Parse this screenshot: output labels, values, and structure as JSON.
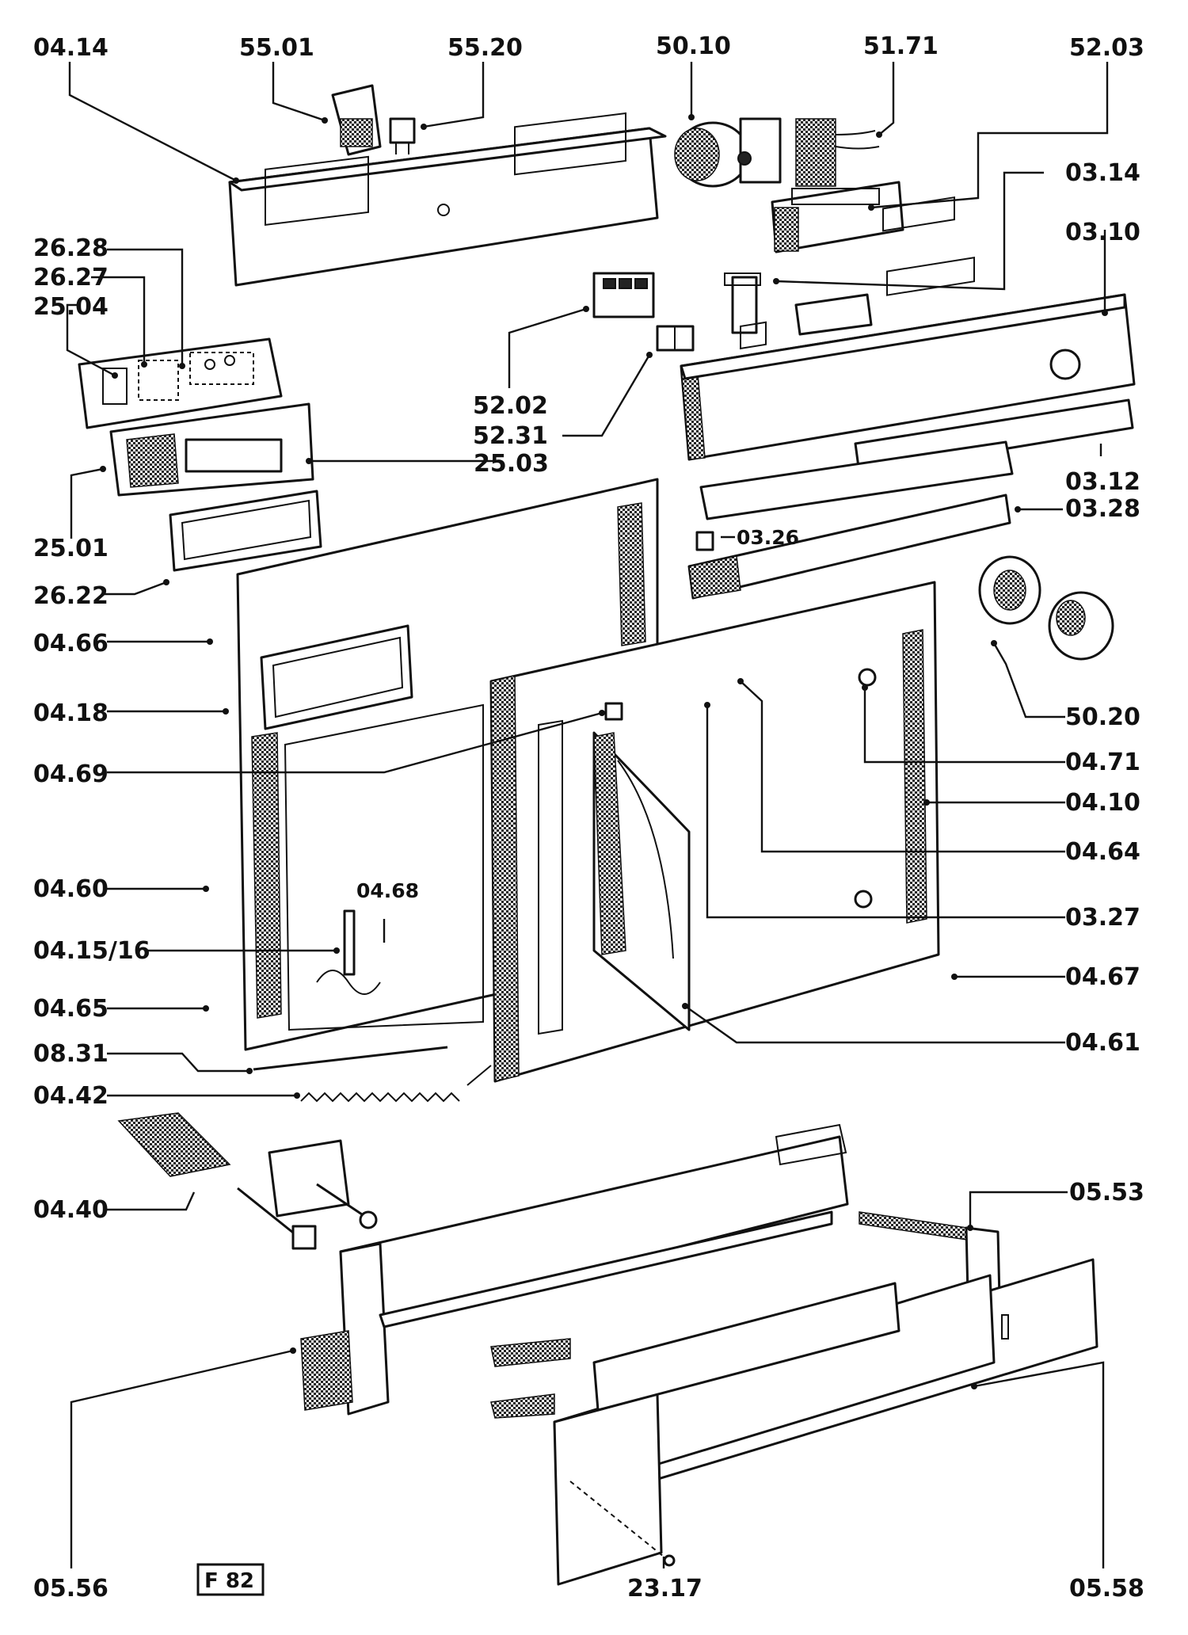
{
  "figure": {
    "ref": "F 82",
    "labels": {
      "l0414": "04.14",
      "l5501": "55.01",
      "l5520": "55.20",
      "l5010": "50.10",
      "l5171": "51.71",
      "l5203": "52.03",
      "l0314": "03.14",
      "l2628": "26.28",
      "l2627": "26.27",
      "l2504": "25.04",
      "l0310": "03.10",
      "l5202": "52.02",
      "l5231": "52.31",
      "l2503": "25.03",
      "l0312": "03.12",
      "l0328": "03.28",
      "l2501": "25.01",
      "l0326": "03.26",
      "l2622": "26.22",
      "l0466": "04.66",
      "l5020": "50.20",
      "l0418": "04.18",
      "l0471": "04.71",
      "l0469": "04.69",
      "l0410": "04.10",
      "l0464": "04.64",
      "l0460": "04.60",
      "l0468": "04.68",
      "l0327": "03.27",
      "l041516": "04.15/16",
      "l0467": "04.67",
      "l0465": "04.65",
      "l0461": "04.61",
      "l0831": "08.31",
      "l0442": "04.42",
      "l0553": "05.53",
      "l0440": "04.40",
      "l0556": "05.56",
      "l2317": "23.17",
      "l0558": "05.58"
    }
  }
}
